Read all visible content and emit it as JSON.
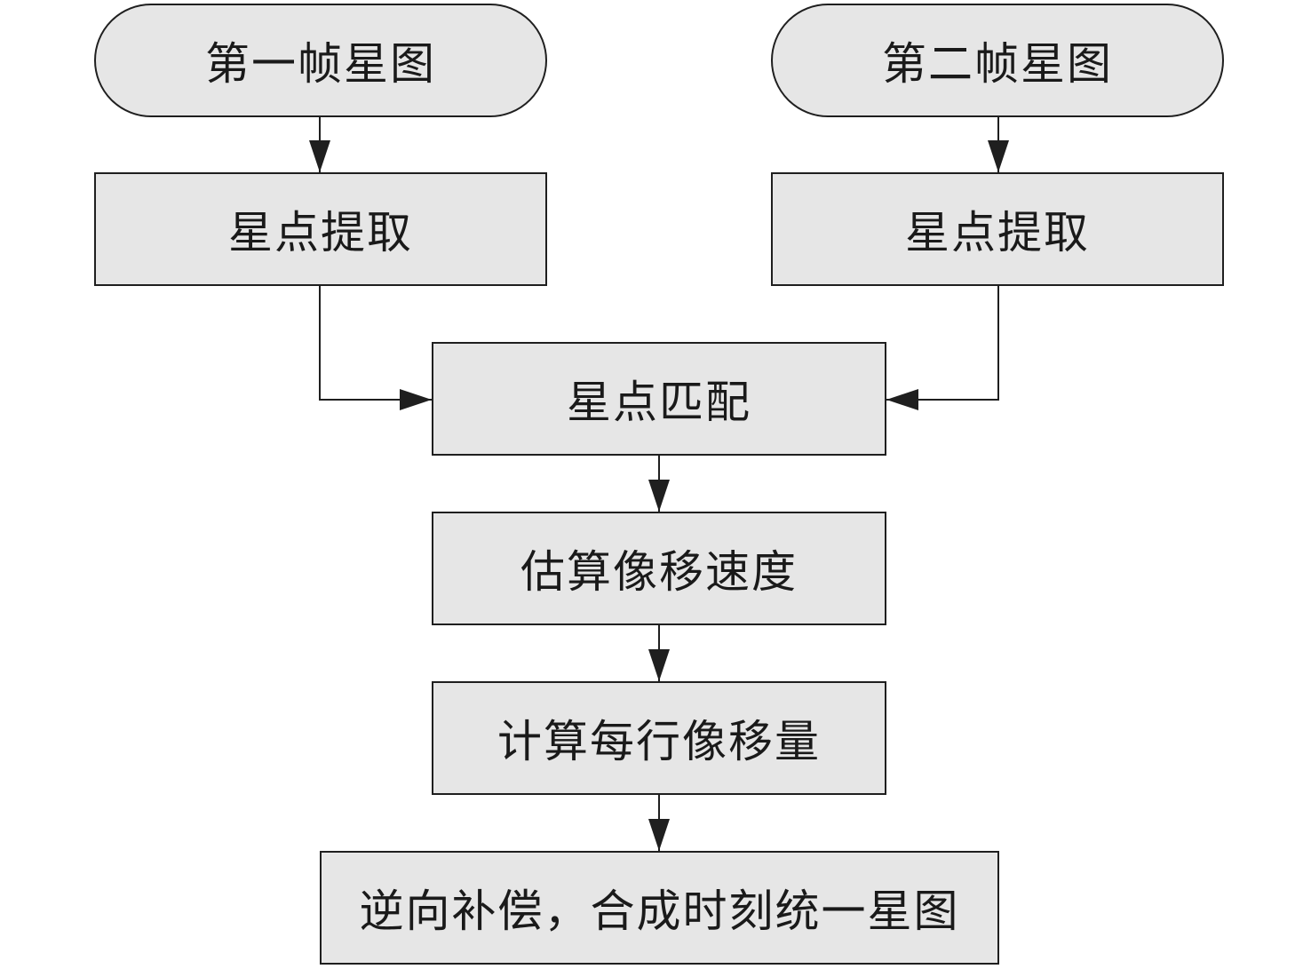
{
  "colors": {
    "node_fill": "#e6e6e6",
    "stroke": "#1f1f1f",
    "text": "#1a1a1a"
  },
  "nodes": {
    "frame1": {
      "label": "第一帧星图"
    },
    "frame2": {
      "label": "第二帧星图"
    },
    "extract1": {
      "label": "星点提取"
    },
    "extract2": {
      "label": "星点提取"
    },
    "match": {
      "label": "星点匹配"
    },
    "estimate": {
      "label": "估算像移速度"
    },
    "compute": {
      "label": "计算每行像移量"
    },
    "compensate": {
      "label": "逆向补偿，合成时刻统一星图"
    }
  },
  "edges": [
    {
      "from": "frame1",
      "to": "extract1"
    },
    {
      "from": "frame2",
      "to": "extract2"
    },
    {
      "from": "extract1",
      "to": "match"
    },
    {
      "from": "extract2",
      "to": "match"
    },
    {
      "from": "match",
      "to": "estimate"
    },
    {
      "from": "estimate",
      "to": "compute"
    },
    {
      "from": "compute",
      "to": "compensate"
    }
  ]
}
